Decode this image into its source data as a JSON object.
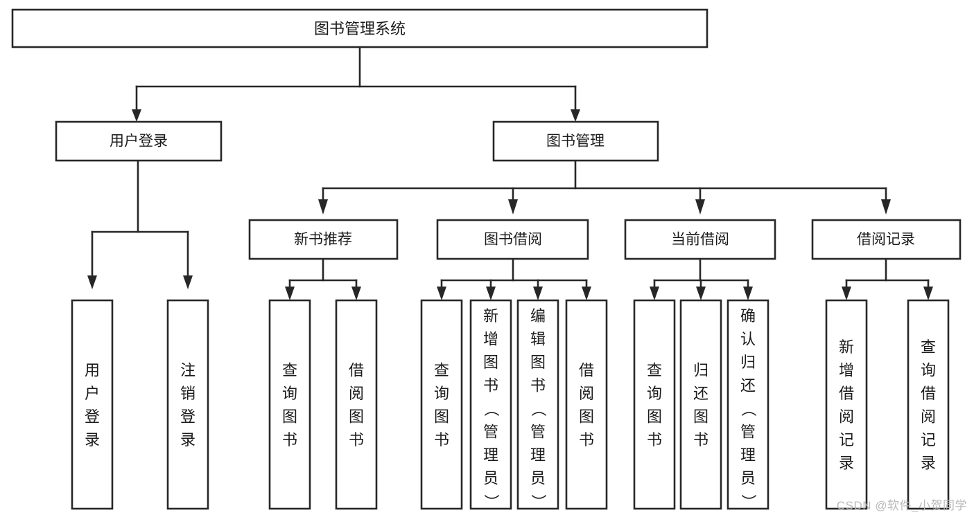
{
  "diagram": {
    "title": "图书管理系统",
    "type": "tree-hierarchy",
    "watermark": "CSDN @软件_小贺同学",
    "colors": {
      "box_stroke": "#272727",
      "box_fill": "#ffffff",
      "text": "#1b1b1b",
      "watermark": "#b9b9b9",
      "background": "#ffffff"
    },
    "root": {
      "label": "图书管理系统"
    },
    "level2": [
      {
        "label": "用户登录"
      },
      {
        "label": "图书管理"
      }
    ],
    "level3": [
      {
        "label": "新书推荐"
      },
      {
        "label": "图书借阅"
      },
      {
        "label": "当前借阅"
      },
      {
        "label": "借阅记录"
      }
    ],
    "leaves": {
      "user_login": [
        {
          "label": "用户登录"
        },
        {
          "label": "注销登录"
        }
      ],
      "new_book_recommend": [
        {
          "label": "查询图书"
        },
        {
          "label": "借阅图书"
        }
      ],
      "book_borrow": [
        {
          "label": "查询图书"
        },
        {
          "label": "新增图书（管理员）"
        },
        {
          "label": "编辑图书（管理员）"
        },
        {
          "label": "借阅图书"
        }
      ],
      "current_borrow": [
        {
          "label": "查询图书"
        },
        {
          "label": "归还图书"
        },
        {
          "label": "确认归还（管理员）"
        }
      ],
      "borrow_record": [
        {
          "label": "新增借阅记录"
        },
        {
          "label": "查询借阅记录"
        }
      ]
    }
  }
}
